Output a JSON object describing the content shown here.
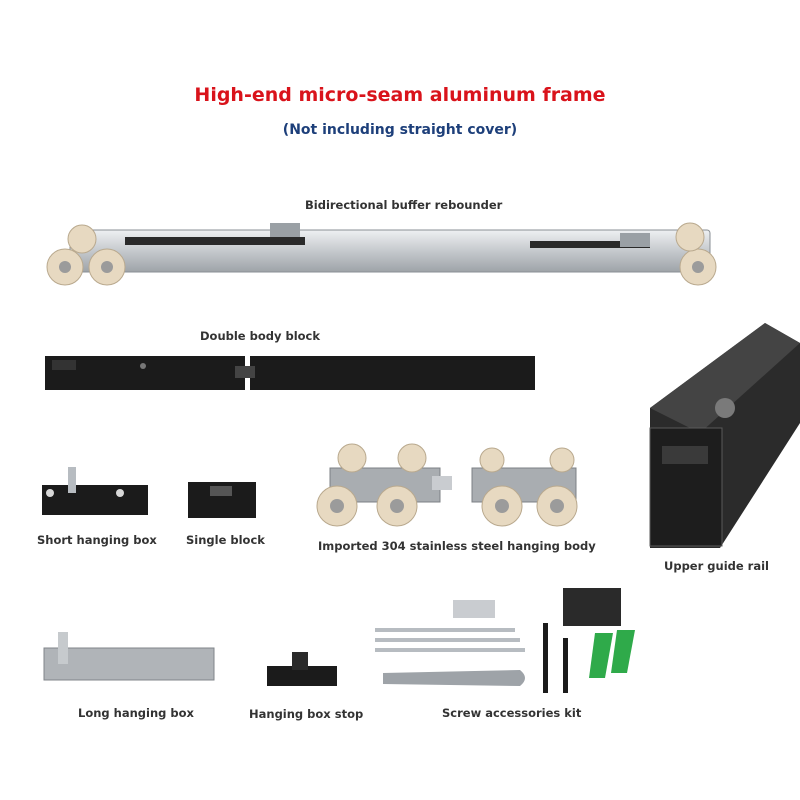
{
  "header": {
    "title": "High-end micro-seam aluminum frame",
    "subtitle": "(Not including straight cover)"
  },
  "parts": {
    "buffer_rebounder": "Bidirectional buffer rebounder",
    "double_body_block": "Double body block",
    "short_hanging_box": "Short hanging box",
    "single_block": "Single block",
    "hanging_body": "Imported 304 stainless steel hanging body",
    "upper_guide_rail": "Upper guide rail",
    "long_hanging_box": "Long hanging box",
    "hanging_box_stop": "Hanging box stop",
    "screw_kit": "Screw accessories kit"
  },
  "colors": {
    "title": "#d9131b",
    "subtitle": "#1d3f7a",
    "aluminum": "#c9ccd0",
    "black_part": "#1b1b1b",
    "wheel": "#e6d8c0",
    "anchor_green": "#2faa4a"
  }
}
